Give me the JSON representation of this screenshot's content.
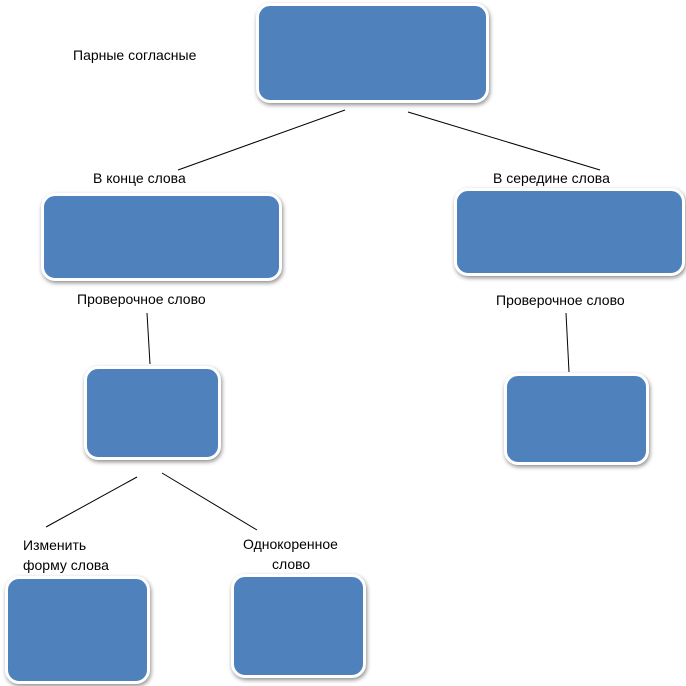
{
  "colors": {
    "box_fill": "#4f81bd",
    "box_border": "#ffffff",
    "connector": "#000000"
  },
  "labels": {
    "root": "Парные согласные",
    "left_branch": "В конце слова",
    "right_branch": "В середине слова",
    "left_check": "Проверочное слово",
    "right_check": "Проверочное слово",
    "change_form_line1": "Изменить",
    "change_form_line2": "форму слова",
    "same_root_line1": "Однокоренное",
    "same_root_line2": "слово"
  }
}
